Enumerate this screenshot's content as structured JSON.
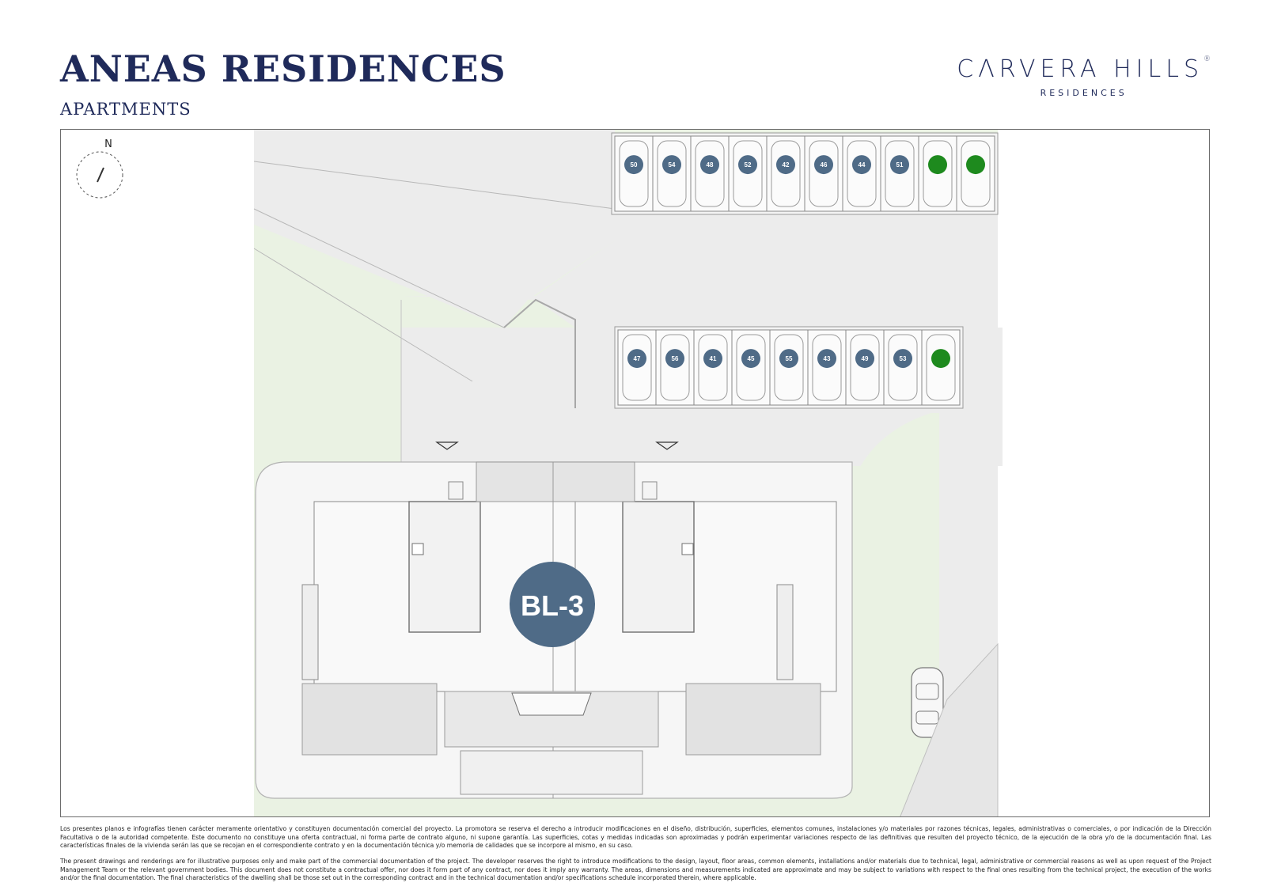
{
  "header": {
    "title": "ANEAS RESIDENCES",
    "subtitle": "APARTMENTS"
  },
  "brand": {
    "name": "CΛRVERA HILLS",
    "registered_mark": "®",
    "tagline": "RESIDENCES"
  },
  "plan": {
    "compass_label": "N",
    "building_label": "BL-3",
    "parking_row_top": [
      {
        "label": "50",
        "status": "numbered"
      },
      {
        "label": "54",
        "status": "numbered"
      },
      {
        "label": "48",
        "status": "numbered"
      },
      {
        "label": "52",
        "status": "numbered"
      },
      {
        "label": "42",
        "status": "numbered"
      },
      {
        "label": "46",
        "status": "numbered"
      },
      {
        "label": "44",
        "status": "numbered"
      },
      {
        "label": "51",
        "status": "numbered"
      },
      {
        "label": "",
        "status": "available"
      },
      {
        "label": "",
        "status": "available"
      }
    ],
    "parking_row_bottom": [
      {
        "label": "47",
        "status": "numbered"
      },
      {
        "label": "56",
        "status": "numbered"
      },
      {
        "label": "41",
        "status": "numbered"
      },
      {
        "label": "45",
        "status": "numbered"
      },
      {
        "label": "55",
        "status": "numbered"
      },
      {
        "label": "43",
        "status": "numbered"
      },
      {
        "label": "49",
        "status": "numbered"
      },
      {
        "label": "53",
        "status": "numbered"
      },
      {
        "label": "",
        "status": "available"
      }
    ],
    "colors": {
      "badge": "#4f6b87",
      "available": "#1e8a1e",
      "lawn": "#e9f2e2",
      "paving": "#ececec",
      "title": "#1f2a5a"
    }
  },
  "disclaimer": {
    "es": "Los presentes planos e infografías tienen carácter meramente orientativo y constituyen documentación comercial del proyecto. La promotora se reserva el derecho a introducir modificaciones en el diseño, distribución, superficies, elementos comunes, instalaciones y/o materiales por razones técnicas, legales, administrativas o comerciales, o por indicación de la Dirección Facultativa o de la autoridad competente. Este documento no constituye una oferta contractual, ni forma parte de contrato alguno, ni supone garantía. Las superficies, cotas y medidas indicadas son aproximadas y podrán experimentar variaciones respecto de las definitivas que resulten del proyecto técnico, de la ejecución de la obra y/o de la documentación final. Las características finales de la vivienda serán las que se recojan en el correspondiente contrato y en la documentación técnica y/o memoria de calidades que se incorpore al mismo, en su caso.",
    "en": "The present drawings and renderings are for illustrative purposes only and make part of the commercial documentation of the project. The developer reserves the right to introduce modifications to the design, layout, floor areas, common elements, installations and/or materials due to technical, legal, administrative or commercial reasons as well as upon request of the Project Management Team or the relevant government bodies. This document does not constitute a contractual offer, nor does it form part of any contract, nor does it imply any warranty. The areas, dimensions and measurements indicated are approximate and may be subject to variations with respect to the final ones resulting from the technical project, the execution of the works and/or the final documentation. The final characteristics of the dwelling shall be those set out in the corresponding contract and in the technical documentation and/or specifications schedule incorporated therein, where applicable."
  }
}
